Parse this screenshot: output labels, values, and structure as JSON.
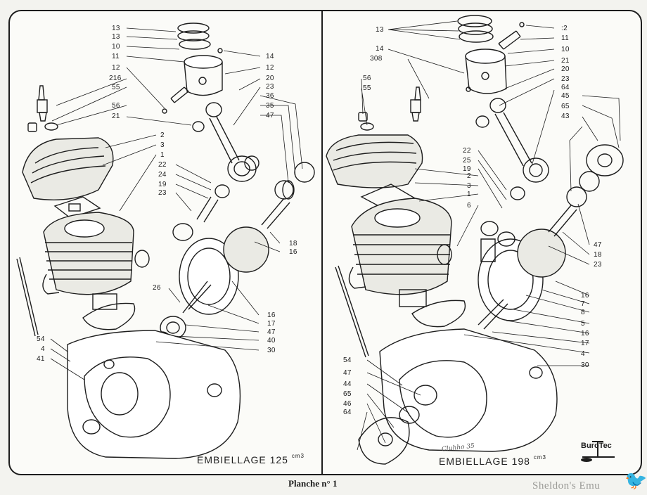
{
  "left_panel": {
    "caption_text": "EMBIELLAGE 125",
    "caption_unit": "cm3",
    "callouts": [
      "13",
      "13",
      "10",
      "11",
      "12",
      "216",
      "55",
      "56",
      "21",
      "14",
      "12",
      "20",
      "23",
      "36",
      "35",
      "47",
      "2",
      "3",
      "1",
      "22",
      "24",
      "19",
      "23",
      "26",
      "54",
      "4",
      "41",
      "18",
      "16",
      "16",
      "17",
      "47",
      "40",
      "30"
    ]
  },
  "right_panel": {
    "caption_text": "EMBIELLAGE 198",
    "caption_unit": "cm3",
    "callouts": [
      "13",
      "14",
      "308",
      "56",
      "55",
      ":2",
      "11",
      "10",
      "21",
      "20",
      "23",
      "64",
      "45",
      "65",
      "43",
      "22",
      "25",
      "19",
      "2",
      "3",
      "1",
      "6",
      "47",
      "18",
      "23",
      "16",
      "7",
      "8",
      "5",
      "16",
      "17",
      "4",
      "30",
      "54",
      "47",
      "44",
      "65",
      "46",
      "64"
    ]
  },
  "plate_label": "Planche n° 1",
  "watermark": "Sheldon's Emu",
  "logo_text": "BuroTec",
  "signature": "Cluhho 35"
}
